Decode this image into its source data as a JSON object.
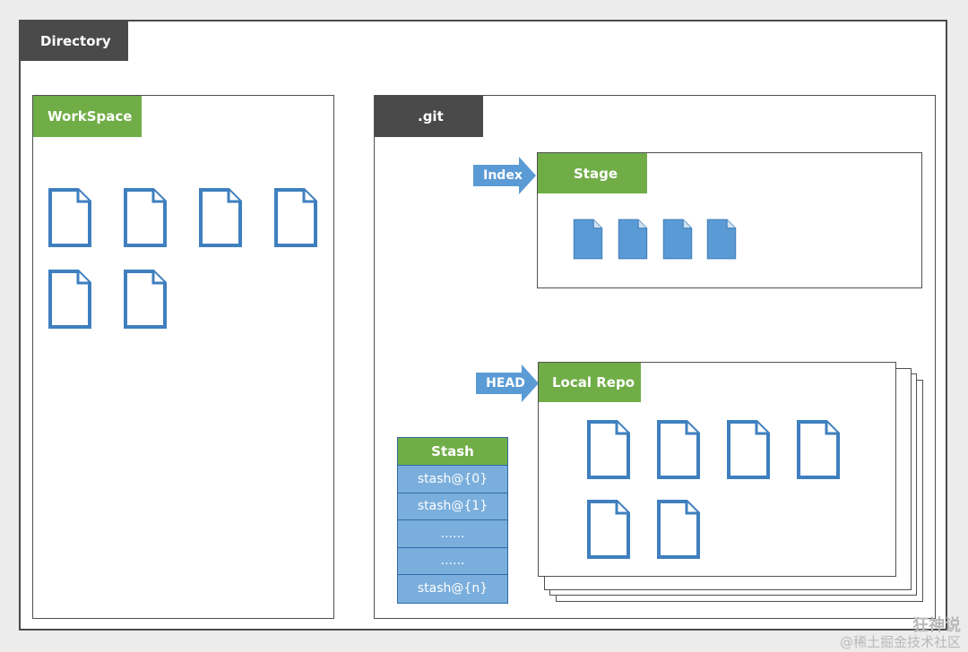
{
  "directory": {
    "label": "Directory"
  },
  "workspace": {
    "label": "WorkSpace",
    "file_count": 6
  },
  "git": {
    "label": ".git",
    "index_label": "Index",
    "stage": {
      "label": "Stage",
      "file_count": 4
    },
    "head_label": "HEAD",
    "local_repo": {
      "label": "Local Repo",
      "file_count": 6
    },
    "stash": {
      "label": "Stash",
      "items": [
        "stash@{0}",
        "stash@{1}",
        "......",
        "......",
        "stash@{n}"
      ]
    }
  },
  "watermark": {
    "line1": "狂神说",
    "line2": "@稀土掘金技术社区"
  },
  "colors": {
    "green": "#70ad47",
    "dark": "#4a4a4a",
    "blue_outline": "#3f7fbf",
    "blue_fill": "#5b9bd5",
    "stash_row": "#7aaedc"
  }
}
